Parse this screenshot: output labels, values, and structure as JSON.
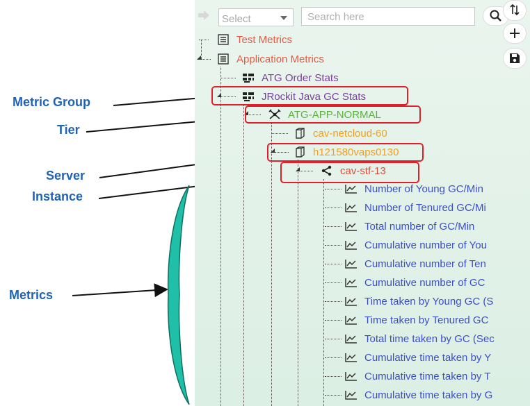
{
  "toolbar": {
    "select_placeholder": "Select",
    "search_placeholder": "Search here"
  },
  "tree": {
    "test_metrics": "Test Metrics",
    "application_metrics": "Application Metrics",
    "group_atg": "ATG Order Stats",
    "group_jrockit": "JRockit Java GC Stats",
    "tier": "ATG-APP-NORMAL",
    "server_1": "cav-netcloud-60",
    "server_2": "h121580vaps0130",
    "instance": "cav-stf-13",
    "metrics": [
      "Number of Young GC/Min",
      "Number of Tenured GC/Mi",
      "Total number of GC/Min",
      "Cumulative number of You",
      "Cumulative number of Ten",
      "Cumulative number of GC",
      "Time taken by Young GC (S",
      "Time taken by Tenured GC",
      "Total time taken by GC (Sec",
      "Cumulative time taken by Y",
      "Cumulative time taken by T",
      "Cumulative time taken by G"
    ]
  },
  "annotations": {
    "metric_group": "Metric Group",
    "tier": "Tier",
    "server": "Server",
    "instance": "Instance",
    "metrics": "Metrics"
  },
  "colors": {
    "highlight": "#e01f2a",
    "annotation": "#1f63b8",
    "bracket": "#1fbfa8"
  }
}
